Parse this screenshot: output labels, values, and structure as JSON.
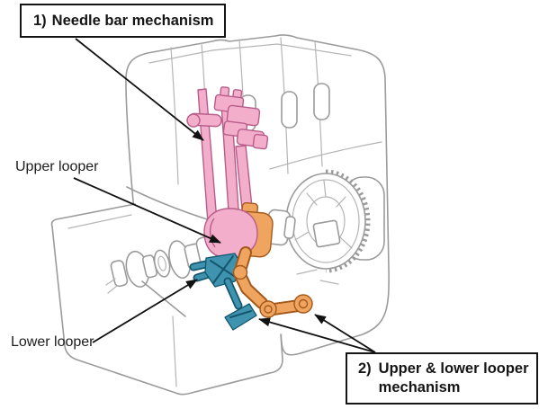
{
  "figure": {
    "description": "Serger sewing machine cutaway diagram with highlighted mechanisms",
    "callouts": {
      "needle_bar": {
        "number": "1)",
        "label": "Needle bar mechanism"
      },
      "upper_looper": {
        "label": "Upper looper"
      },
      "lower_looper": {
        "label": "Lower looper"
      },
      "looper_mechanism": {
        "number": "2)",
        "line1": "Upper & lower looper",
        "line2": "mechanism"
      }
    },
    "colors": {
      "needle_bar_fill": "#F3AECB",
      "needle_bar_outline": "#B85C8A",
      "looper_mech_fill": "#EFA45F",
      "looper_mech_outline": "#A3591C",
      "lower_looper_fill": "#3F93AE",
      "lower_looper_outline": "#14566E",
      "line_art": "#9B9B9B",
      "callout_border": "#151515",
      "background": "#FFFFFF"
    },
    "color_legend": [
      {
        "part": "Needle bar mechanism",
        "color_name": "pink"
      },
      {
        "part": "Upper & lower looper mechanism",
        "color_name": "orange"
      },
      {
        "part": "Lower looper",
        "color_name": "teal"
      }
    ]
  }
}
